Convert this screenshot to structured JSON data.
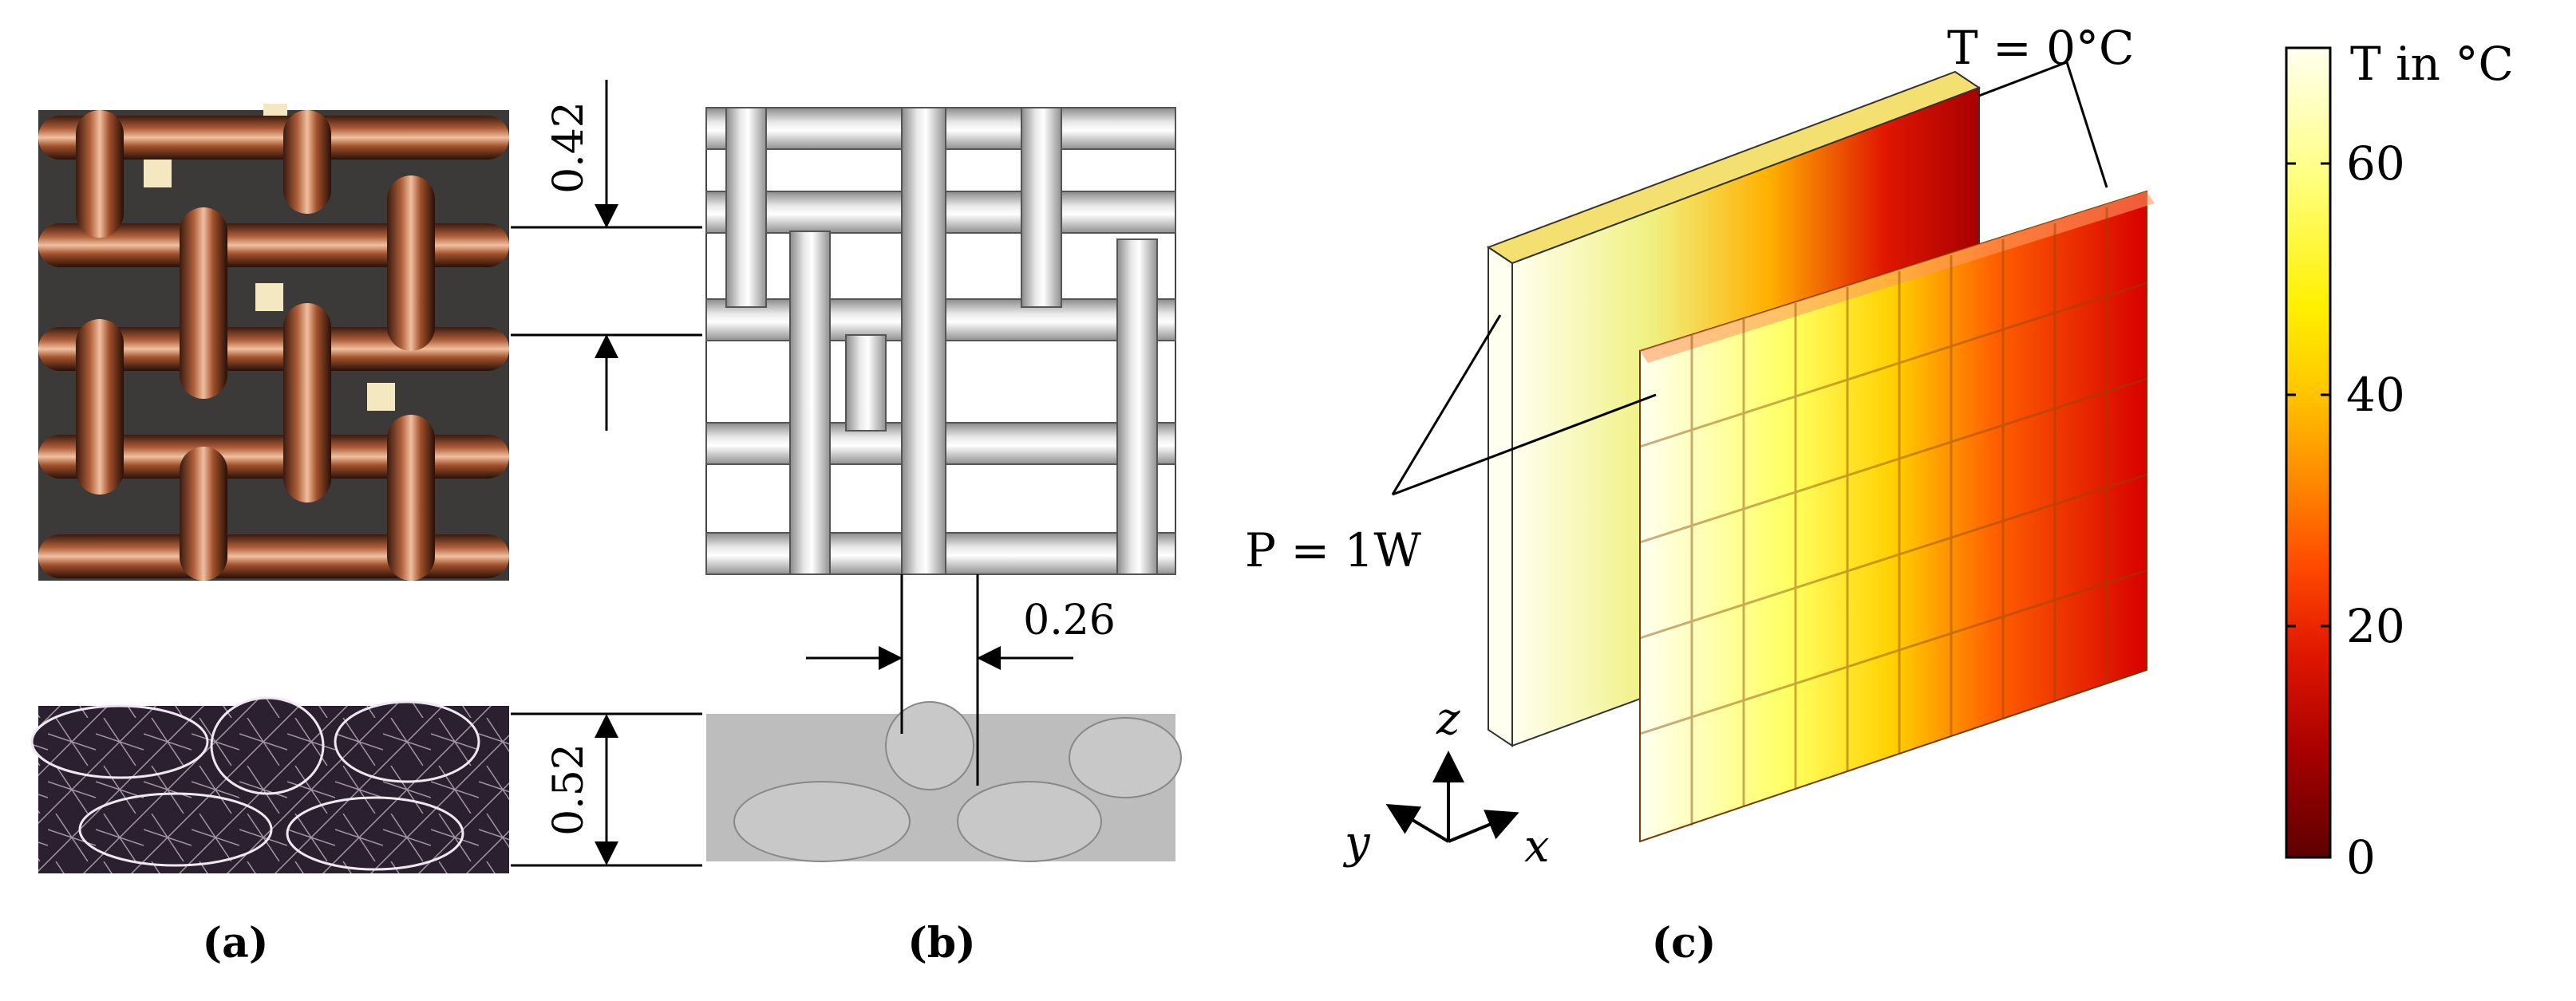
{
  "panels": {
    "a": {
      "label": "(a)"
    },
    "b": {
      "label": "(b)"
    },
    "c": {
      "label": "(c)"
    }
  },
  "dimensions": {
    "wire_spacing": "0.42",
    "wire_diameter": "0.26",
    "mesh_thickness": "0.52"
  },
  "annotations": {
    "power": "P = 1W",
    "temperature_bc": "T = 0°C"
  },
  "axes": {
    "x": "x",
    "y": "y",
    "z": "z"
  },
  "colorbar": {
    "title": "T in °C",
    "ticks": [
      "60",
      "40",
      "20",
      "0"
    ],
    "tick_values": [
      60,
      40,
      20,
      0
    ],
    "range": [
      0,
      70
    ],
    "colormap": [
      "#5e0000",
      "#a80000",
      "#e01600",
      "#ff4a00",
      "#ff8c00",
      "#ffc800",
      "#fff000",
      "#ffff80",
      "#fffff0"
    ]
  }
}
